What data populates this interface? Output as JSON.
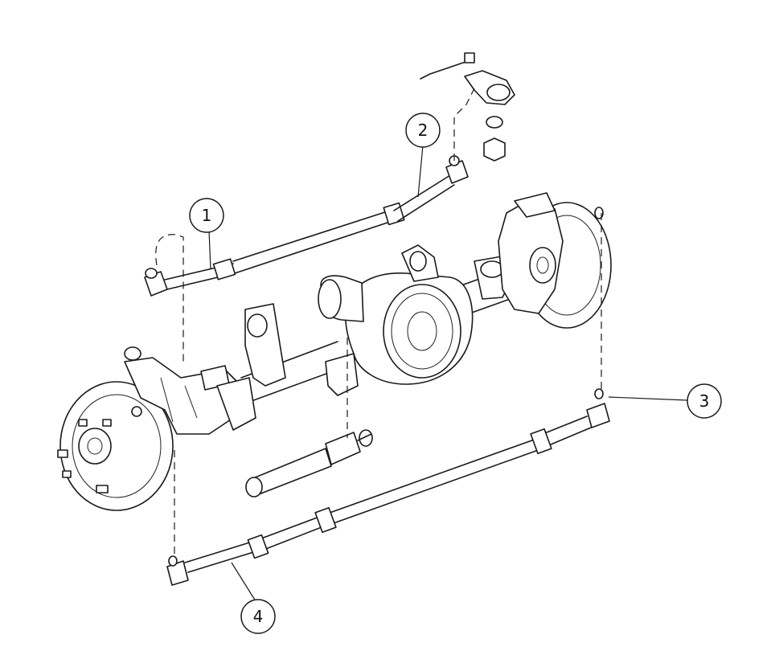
{
  "callouts": [
    {
      "id": "1",
      "label": "1"
    },
    {
      "id": "2",
      "label": "2"
    },
    {
      "id": "3",
      "label": "3"
    },
    {
      "id": "4",
      "label": "4"
    }
  ],
  "colors": {
    "line": "#1a1a1a",
    "background": "#ffffff",
    "shade": "#ececec"
  }
}
